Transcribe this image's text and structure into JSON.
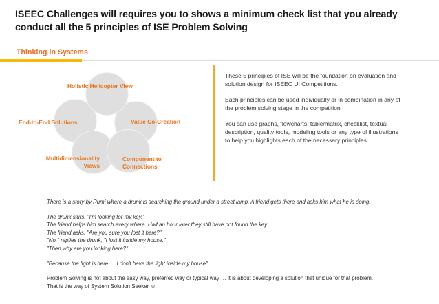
{
  "slide": {
    "title": "ISEEC Challenges will requires you to shows a minimum check list that you already conduct all the 5 principles of ISE Problem Solving",
    "subtitle": "Thinking in Systems",
    "accent_color": "#F7B908",
    "subtitle_color": "#ED6B1F",
    "label_color": "#E8731C",
    "circle_fill": "#DFDFDF",
    "divider_color": "#F0A929"
  },
  "diagram": {
    "type": "overlapping-circles-flower",
    "circle_count": 5,
    "circles": [
      {
        "id": "holistic-helicopter-view",
        "label": "Holistic Helicopter View",
        "position": "top"
      },
      {
        "id": "end-to-end-solutions",
        "label": "End-to-End Solutions",
        "position": "left"
      },
      {
        "id": "value-co-creation",
        "label": "Value Co-Creation",
        "position": "right"
      },
      {
        "id": "multidimensionality-views",
        "label": "Multidimensionality Views",
        "label_line1": "Multidimensionality",
        "label_line2": "Views",
        "position": "bottom-left"
      },
      {
        "id": "component-to-connections",
        "label": "Component to Connections",
        "label_line1": "Component to",
        "label_line2": "Connections",
        "position": "bottom-right"
      }
    ]
  },
  "right_panel": {
    "paragraphs": [
      "These 5 principles of ISE will be the foundation on evaluation and solution design for ISEEC UI Competitions.",
      "Each principles can be used individually or in combination in any of the problem solving stage in the competition",
      "You can use graphs, flowcharts, table/matrix, checklist, textual description, quality tools, modeling tools or any type of illustrations to help you highlights each of the necessary principles"
    ]
  },
  "story": {
    "intro": "There is a story by Rumi where a drunk is searching the ground under a street lamp. A friend gets there and asks him what he is doing.",
    "dialogue": [
      "The drunk slurs, \"I'm looking for my key.\"",
      "The friend helps him search every where. Half an hour later they still have not found the key.",
      "The friend asks, \"Are you sure you lost it here?\"",
      "\"No,\" replies the drunk, \"I lost it inside my house.\"",
      "\"Then why are you looking here?\""
    ],
    "punchline": "\"Because the light is here … I don't have the light inside my house\"",
    "closing_line1": "Problem Solving is not about the easy way, preferred way or typical way … it is about developing a solution that unique for that problem.",
    "closing_line2": "That is the way of System Solution Seeker",
    "closing_emoji": "☺"
  }
}
